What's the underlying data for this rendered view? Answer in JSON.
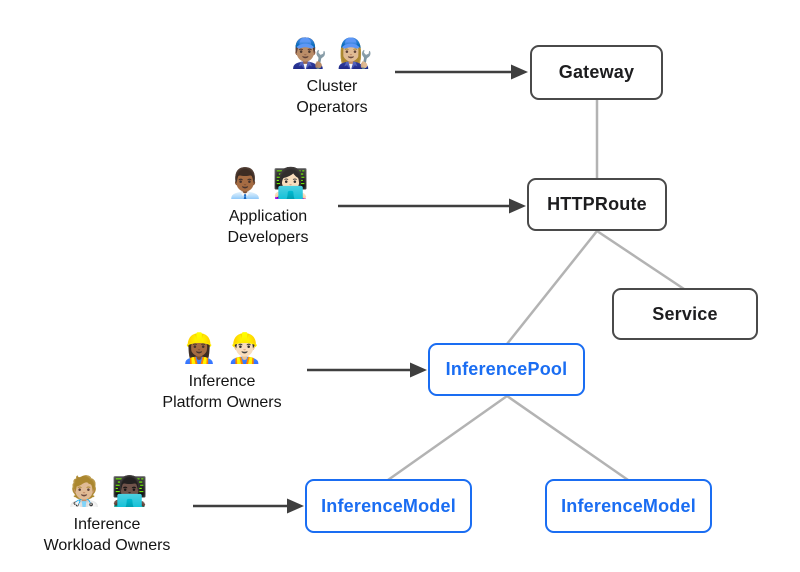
{
  "diagram": {
    "personas": [
      {
        "id": "cluster-operators",
        "emojis": "👨🏽‍🔧 👩🏼‍🔧",
        "label": "Cluster\nOperators"
      },
      {
        "id": "application-developers",
        "emojis": "👨🏾‍💼 👩🏻‍💻",
        "label": "Application\nDevelopers"
      },
      {
        "id": "inference-platform-owners",
        "emojis": "👷🏾‍♀️ 👷🏻‍♂️",
        "label": "Inference\nPlatform Owners"
      },
      {
        "id": "inference-workload-owners",
        "emojis": "🧑🏼‍⚕️ 👨🏿‍💻",
        "label": "Inference\nWorkload Owners"
      }
    ],
    "nodes": [
      {
        "id": "gateway",
        "label": "Gateway",
        "variant": "dark"
      },
      {
        "id": "httproute",
        "label": "HTTPRoute",
        "variant": "dark"
      },
      {
        "id": "service",
        "label": "Service",
        "variant": "dark"
      },
      {
        "id": "inferencepool",
        "label": "InferencePool",
        "variant": "blue"
      },
      {
        "id": "inferencemodel-1",
        "label": "InferenceModel",
        "variant": "blue"
      },
      {
        "id": "inferencemodel-2",
        "label": "InferenceModel",
        "variant": "blue"
      }
    ],
    "edges": [
      {
        "from": "gateway",
        "to": "httproute",
        "type": "line"
      },
      {
        "from": "httproute",
        "to": "inferencepool",
        "type": "line"
      },
      {
        "from": "httproute",
        "to": "service",
        "type": "line"
      },
      {
        "from": "inferencepool",
        "to": "inferencemodel-1",
        "type": "line"
      },
      {
        "from": "inferencepool",
        "to": "inferencemodel-2",
        "type": "line"
      },
      {
        "from": "cluster-operators",
        "to": "gateway",
        "type": "arrow"
      },
      {
        "from": "application-developers",
        "to": "httproute",
        "type": "arrow"
      },
      {
        "from": "inference-platform-owners",
        "to": "inferencepool",
        "type": "arrow"
      },
      {
        "from": "inference-workload-owners",
        "to": "inferencemodel-1",
        "type": "arrow"
      }
    ]
  },
  "colors": {
    "node_border_dark": "#4a4a4a",
    "node_text_dark": "#1d1d1f",
    "node_border_blue": "#1a6df2",
    "node_text_blue": "#1a6df2",
    "connector": "#b3b3b3",
    "arrow": "#3f3f3f"
  }
}
